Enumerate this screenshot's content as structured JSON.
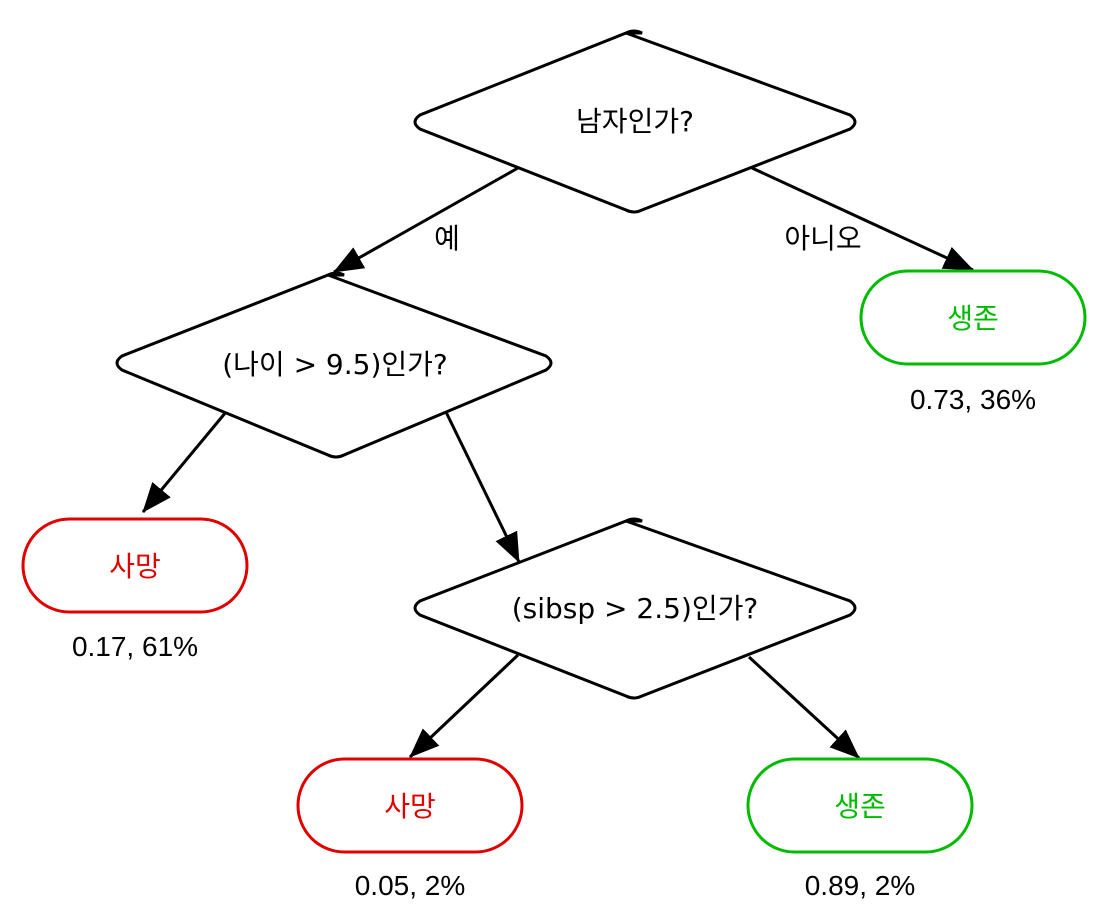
{
  "colors": {
    "line": "#000000",
    "survive": "#00bb00",
    "death": "#e00000"
  },
  "nodes": {
    "root": {
      "label": "남자인가?"
    },
    "age": {
      "label": "(나이 > 9.5)인가?"
    },
    "sibsp": {
      "label": "(sibsp > 2.5)인가?"
    },
    "leaf_survive_top": {
      "label": "생존",
      "stat": "0.73, 36%"
    },
    "leaf_death_left": {
      "label": "사망",
      "stat": "0.17, 61%"
    },
    "leaf_death_bottom": {
      "label": "사망",
      "stat": "0.05, 2%"
    },
    "leaf_survive_bottom": {
      "label": "생존",
      "stat": "0.89, 2%"
    }
  },
  "edges": {
    "yes_label": "예",
    "no_label": "아니오"
  }
}
